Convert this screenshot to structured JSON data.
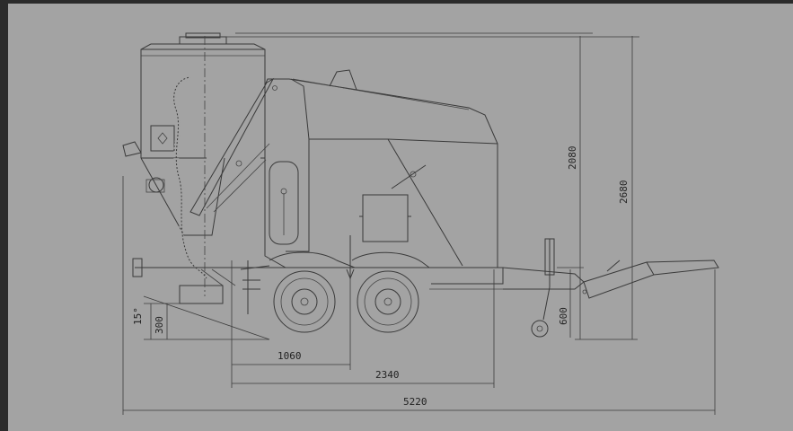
{
  "dimensions": {
    "height_2080": "2080",
    "height_2680": "2680",
    "height_600": "600",
    "height_300": "300",
    "angle_15": "15°",
    "length_1060": "1060",
    "length_2340": "2340",
    "length_5220": "5220"
  },
  "colors": {
    "background": "#2b2b2b",
    "sheet": "#a3a3a3",
    "line": "#3a3a3a",
    "text": "#222222"
  }
}
